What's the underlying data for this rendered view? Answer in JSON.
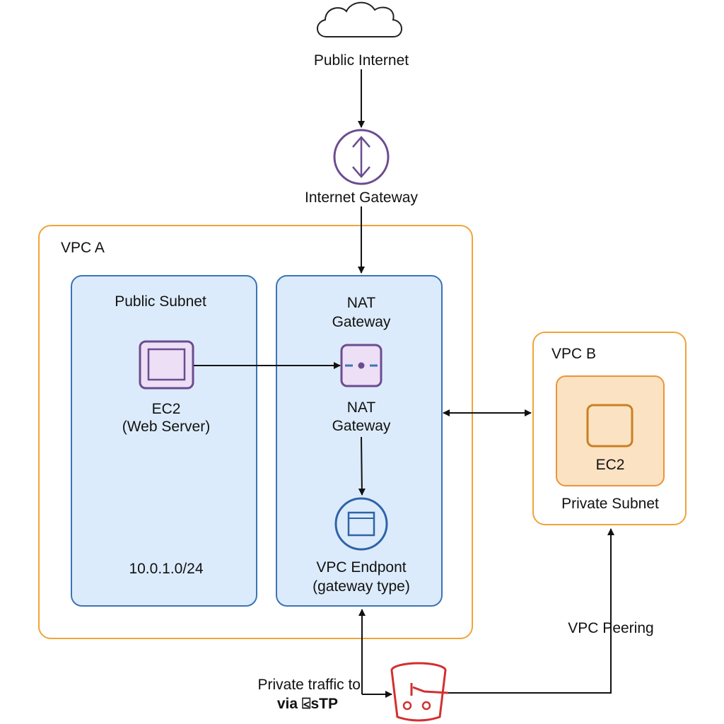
{
  "public_internet": {
    "label": "Public Internet"
  },
  "internet_gateway": {
    "label": "Internet Gateway"
  },
  "vpc_a": {
    "title": "VPC A",
    "public_subnet": {
      "title": "Public Subnet",
      "ec2_line1": "EC2",
      "ec2_line2": "(Web Server)",
      "cidr": "10.0.1.0/24"
    },
    "nat_subnet": {
      "title_line1": "NAT",
      "title_line2": "Gateway",
      "nat_line1": "NAT",
      "nat_line2": "Gateway",
      "endpoint_line1": "VPC Endpont",
      "endpoint_line2": "(gateway type)"
    }
  },
  "vpc_b": {
    "title": "VPC B",
    "ec2_label": "EC2",
    "subnet_label": "Private Subnet"
  },
  "peering": {
    "label": "VPC Peering"
  },
  "bucket": {
    "label_line1": "Private traffic to",
    "label_line2": "via ⍃sTP"
  },
  "colors": {
    "vpc_border": "#f0a33a",
    "subnet_border": "#3c74b6",
    "subnet_fill": "#dcebfb",
    "icon_purple": "#6b4c8f",
    "bucket_red": "#d32f2f",
    "private_fill": "#fbe2c3"
  },
  "icons": [
    "cloud-icon",
    "internet-gateway-icon",
    "ec2-icon",
    "nat-gateway-icon",
    "vpc-endpoint-icon",
    "ec2-b-icon",
    "s3-bucket-icon"
  ]
}
